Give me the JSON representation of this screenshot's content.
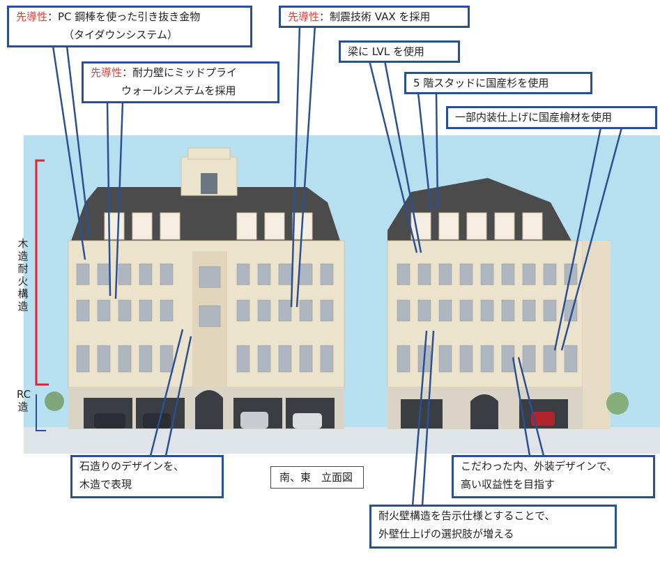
{
  "callouts": {
    "pc_bar": {
      "tag": "先導性",
      "line1": "：PC 鋼棒を使った引き抜き金物",
      "line2": "（タイダウンシステム）"
    },
    "vax": {
      "tag": "先導性",
      "line1": "：制震技術 VAX を採用"
    },
    "midply": {
      "tag": "先導性",
      "line1": "：耐力壁にミッドプライ",
      "line2": "ウォールシステムを採用"
    },
    "lvl": "梁に LVL を使用",
    "cedar": "5 階スタッドに国産杉を使用",
    "hinoki": "一部内装仕上げに国産檜材を使用",
    "stone": {
      "line1": "石造りのデザインを、",
      "line2": "木造で表現"
    },
    "design": {
      "line1": "こだわった内、外装デザインで、",
      "line2": "高い収益性を目指す"
    },
    "fireproof": {
      "line1": "耐火壁構造を告示仕様とすることで、",
      "line2": "外壁仕上げの選択肢が増える"
    }
  },
  "elevation_label": "南、東　立面図",
  "vertical_labels": {
    "wood": "木造耐火構造",
    "rc": "RC造"
  },
  "colors": {
    "callout_border": "#2b4f93",
    "accent_red": "#e0403a",
    "sky": "#b6dff0",
    "facade": "#ece3cd",
    "roof": "#4b4b4b",
    "bracket": "#e5202a"
  }
}
